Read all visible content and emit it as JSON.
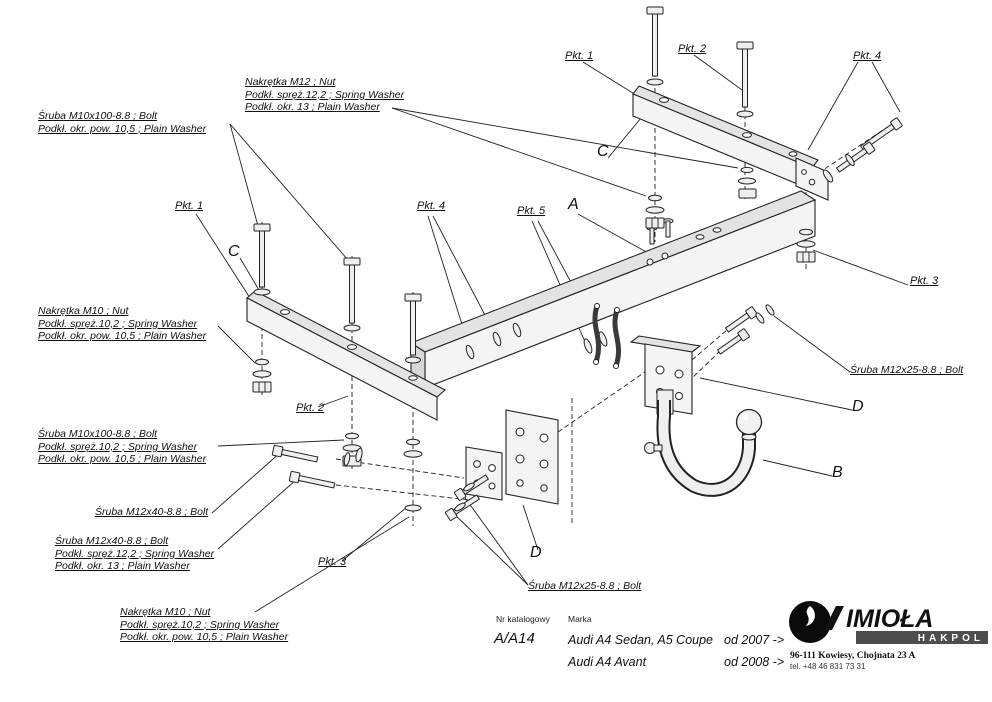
{
  "colors": {
    "ink": "#1c1c1c",
    "paper": "#ffffff",
    "metal_light": "#f4f4f4",
    "metal_mid": "#e3e3e3",
    "logo_band": "#4d4d4d"
  },
  "callouts": {
    "m12_nut_top": [
      "Nakrętka  M12 ; Nut",
      "Podkł. spręż.12,2 ; Spring Washer",
      "Podkł. okr. 13 ; Plain Washer"
    ],
    "m10_bolt_plain": [
      "Śruba M10x100-8.8 ;  Bolt",
      "Podkł. okr. pow. 10,5 ; Plain Washer"
    ],
    "m10_nut_left": [
      "Nakrętka  M10 ; Nut",
      "Podkł. spręż.10,2 ; Spring Washer",
      "Podkł. okr. pow. 10,5 ; Plain Washer"
    ],
    "m10_bolt_spring": [
      "Śruba M10x100-8.8 ;  Bolt",
      "Podkł. spręż.10,2 ; Spring Washer",
      "Podkł. okr. pow. 10,5 ; Plain Washer"
    ],
    "m12x40_bolt": [
      "Śruba M12x40-8.8 ;  Bolt"
    ],
    "m12x40_full": [
      "Śruba M12x40-8.8 ;  Bolt",
      "Podkł. spręż.12,2 ; Spring Washer",
      "Podkł. okr. 13 ; Plain Washer"
    ],
    "m10_nut_bottom": [
      "Nakrętka  M10 ; Nut",
      "Podkł. spręż.10,2 ; Spring Washer",
      "Podkł. okr. pow. 10,5 ; Plain Washer"
    ],
    "m12x25_right": "Śruba M12x25-8.8 ;  Bolt",
    "m12x25_bottom": "Śruba M12x25-8.8 ;  Bolt"
  },
  "points": {
    "p1": "Pkt. 1",
    "p2": "Pkt. 2",
    "p3": "Pkt. 3",
    "p4": "Pkt. 4",
    "p5": "Pkt. 5"
  },
  "letters": {
    "a": "A",
    "b": "B",
    "c": "C",
    "d": "D"
  },
  "footer": {
    "catalog_label": "Nr katalogowy",
    "catalog_number": "A/A14",
    "brand_label": "Marka",
    "model_1": "Audi A4 Sedan, A5 Coupe",
    "model_1_year": "od 2007 ->",
    "model_2": "Audi A4 Avant",
    "model_2_year": "od 2008 ->"
  },
  "logo": {
    "name": "IMIOŁA",
    "sub": "HAKPOL",
    "address": "96-111 Kowiesy, Chojnata 23 A",
    "phone": "tel. +48 46 831 73 31"
  }
}
